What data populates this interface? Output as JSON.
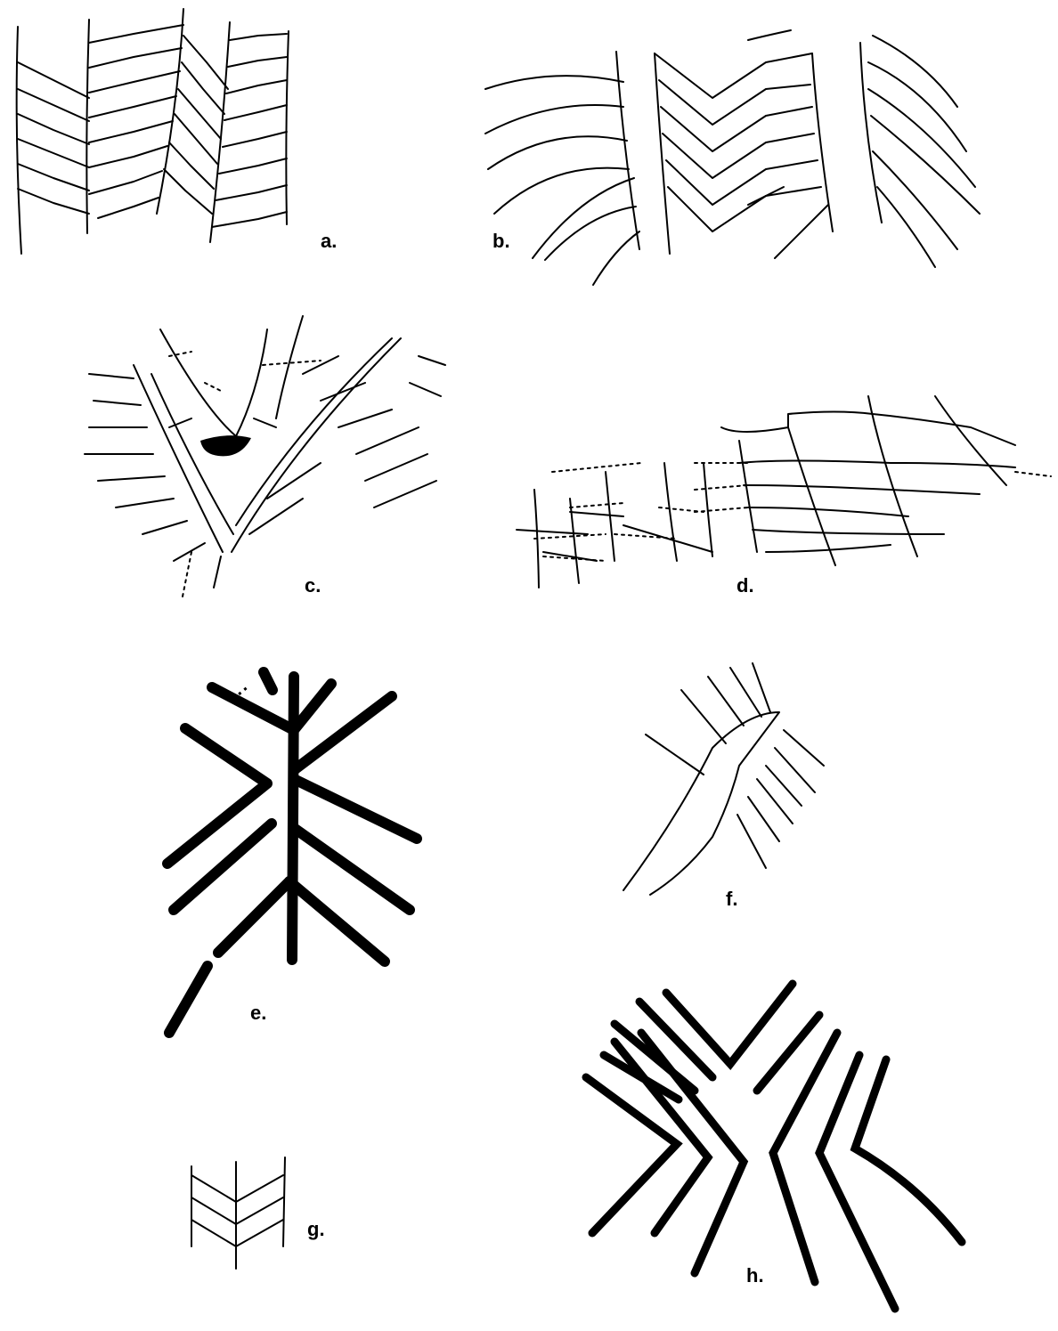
{
  "figures": [
    {
      "id": "a",
      "label": "a."
    },
    {
      "id": "b",
      "label": "b."
    },
    {
      "id": "c",
      "label": "c."
    },
    {
      "id": "d",
      "label": "d."
    },
    {
      "id": "e",
      "label": "e."
    },
    {
      "id": "f",
      "label": "f."
    },
    {
      "id": "g",
      "label": "g."
    },
    {
      "id": "h",
      "label": "h."
    }
  ]
}
